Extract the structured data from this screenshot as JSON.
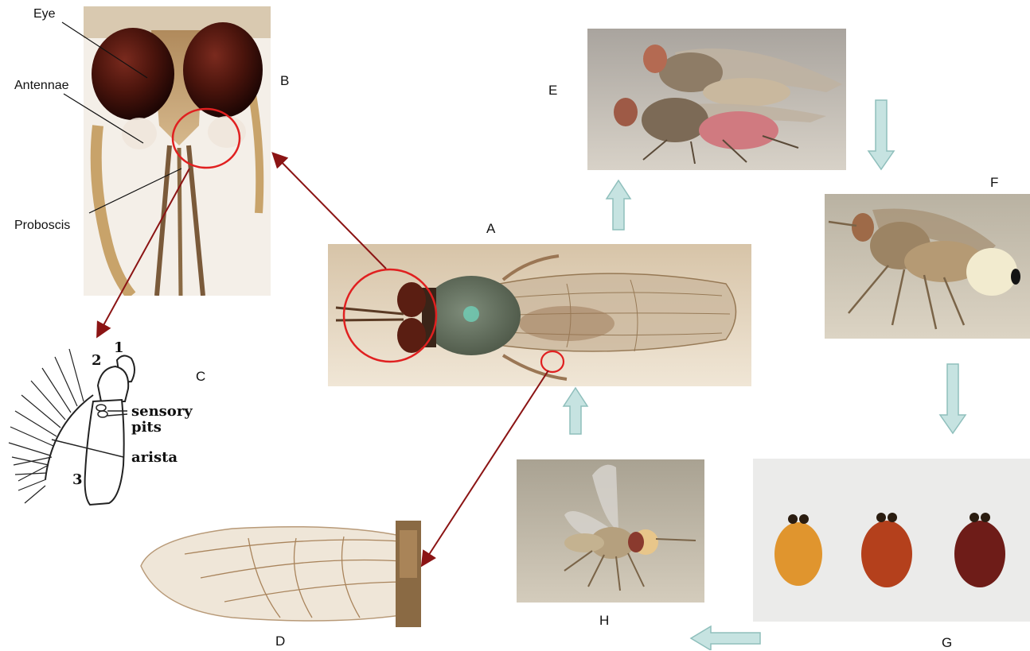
{
  "panel_labels": {
    "a": "A",
    "b": "B",
    "c": "C",
    "d": "D",
    "e": "E",
    "f": "F",
    "g": "G",
    "h": "H"
  },
  "head_callouts": {
    "eye": "Eye",
    "antennae": "Antennae",
    "proboscis": "Proboscis"
  },
  "antenna_diagram": {
    "segment_1": "1",
    "segment_2": "2",
    "segment_3": "3",
    "sensory": "sensory",
    "pits": "pits",
    "arista": "arista"
  },
  "colors": {
    "highlight_circle": "#e02020",
    "pointer_arrow": "#8b1414",
    "cycle_arrow_fill": "#c6e3e1",
    "cycle_arrow_stroke": "#8fbfbc"
  },
  "icons": {
    "cycle_arrow": "block-arrow",
    "pointer": "thin-red-arrow"
  }
}
